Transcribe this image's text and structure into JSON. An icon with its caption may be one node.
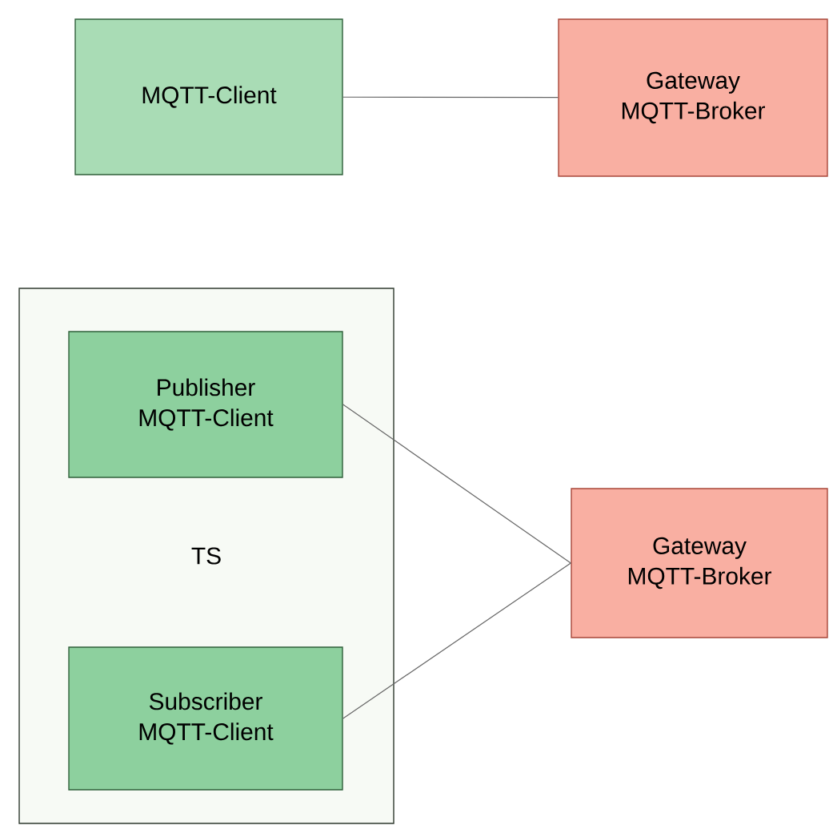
{
  "diagram": {
    "nodes": [
      {
        "text": [
          "MQTT-Client"
        ]
      },
      {
        "text": [
          "Gateway MQTT-Broker"
        ]
      },
      {
        "text": [
          "TS"
        ]
      },
      {
        "text": [
          "Publisher MQTT-Client"
        ],
        "in": 2
      },
      {
        "text": [
          "Subscriber MQTT-Client"
        ],
        "in": 2
      },
      {
        "text": [
          "Gateway MQTT-Broker"
        ]
      }
    ],
    "edges": [
      {
        "from": 0,
        "to": 1,
        "arrow": "none"
      },
      {
        "from": 3,
        "to": 5,
        "arrow": "none"
      },
      {
        "from": 4,
        "to": 5,
        "arrow": "none"
      }
    ]
  }
}
